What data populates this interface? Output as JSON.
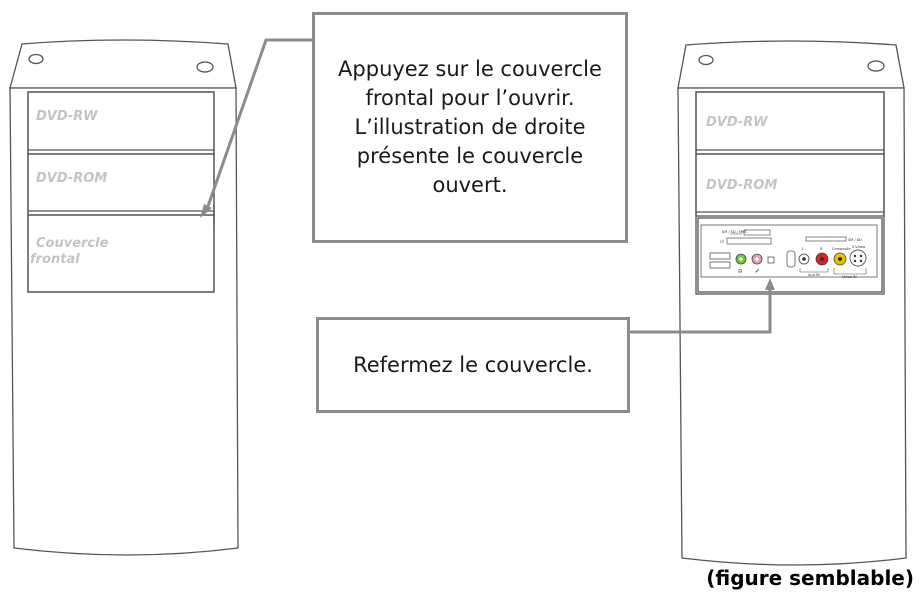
{
  "left_tower": {
    "bay1_label": "DVD-RW",
    "bay2_label": "DVD-ROM",
    "cover_label_line1": "Couvercle",
    "cover_label_line2": "frontal"
  },
  "right_tower": {
    "bay1_label": "DVD-RW",
    "bay2_label": "DVD-ROM",
    "ports": {
      "card_reader_label": "SM / SD / MMC",
      "cf_label": "CF",
      "sm_xd_label": "SM / XD",
      "audio_in_label": "Aud IN",
      "video_in_label": "Video IN",
      "composite_label": "Composite",
      "svideo_label": "S-Video",
      "l_label": "L",
      "r_label": "R"
    }
  },
  "callouts": {
    "open_text": "Appuyez sur le couvercle frontal pour l’ouvrir. L’illustration de droite présente le couvercle ouvert.",
    "close_text": "Refermez le couvercle."
  },
  "caption": "(figure semblable)",
  "colors": {
    "outline": "#555555",
    "callout_border": "#8c8c8c",
    "label_grey": "#c4c4c4",
    "port_red": "#d22",
    "port_yellow": "#e8c400",
    "port_green": "#6c3",
    "port_pink": "#e8a0b0"
  }
}
